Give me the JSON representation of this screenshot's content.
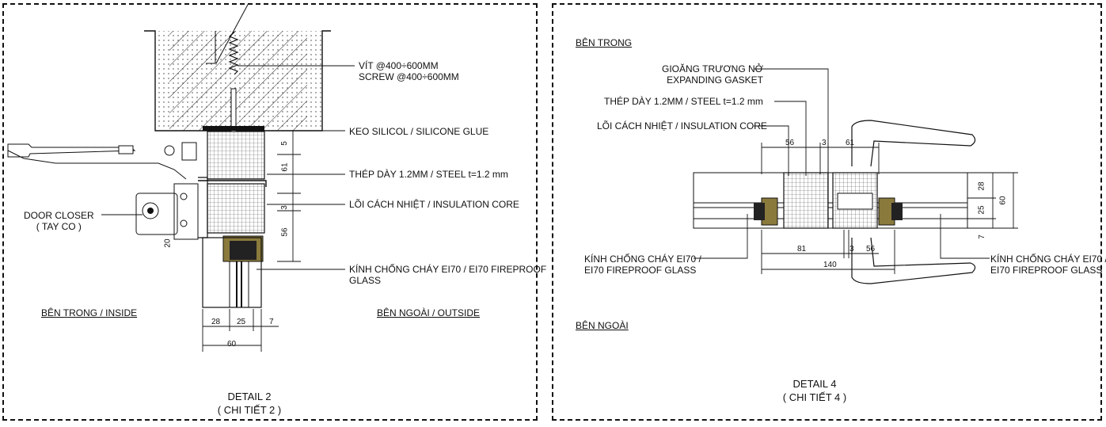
{
  "detail2": {
    "screw": [
      "VÍT @400÷600MM",
      "SCREW @400÷600MM"
    ],
    "glue": "KEO SILICOL / SILICONE GLUE",
    "steel": "THÉP DÀY 1.2MM /  STEEL t=1.2 mm",
    "core": "LÕI CÁCH NHIỆT / INSULATION CORE",
    "glass": [
      "KÍNH CHỐNG CHÁY EI70 / EI70 FIREPROOF",
      "GLASS"
    ],
    "closer": [
      "DOOR CLOSER",
      "( TAY CO )"
    ],
    "inside": "BÊN TRONG / INSIDE",
    "outside": "BÊN NGOÀI / OUTSIDE",
    "dims_v": [
      "5",
      "61",
      "3",
      "56",
      "20"
    ],
    "dims_h": [
      "28",
      "25",
      "7",
      "60"
    ],
    "caption": [
      "DETAIL 2",
      "( CHI TIẾT 2 )"
    ]
  },
  "detail4": {
    "inside": "BÊN TRONG",
    "gasket": [
      "GIOĂNG TRƯƠNG NỞ",
      "EXPANDING GASKET"
    ],
    "steel": "THÉP DÀY 1.2MM /  STEEL t=1.2 mm",
    "core": "LÕI CÁCH NHIỆT / INSULATION CORE",
    "glass_left": [
      "KÍNH CHỐNG CHÁY EI70 /",
      "EI70 FIREPROOF GLASS"
    ],
    "glass_right": [
      "KÍNH CHỐNG CHÁY EI70 /",
      "EI70 FIREPROOF GLASS"
    ],
    "outside": "BÊN NGOÀI",
    "dims_top": [
      "56",
      "3",
      "61"
    ],
    "dims_right": [
      "28",
      "25",
      "7",
      "60"
    ],
    "dims_bottom": [
      "81",
      "3",
      "56",
      "140"
    ],
    "caption": [
      "DETAIL 4",
      "( CHI TIẾT 4 )"
    ]
  }
}
